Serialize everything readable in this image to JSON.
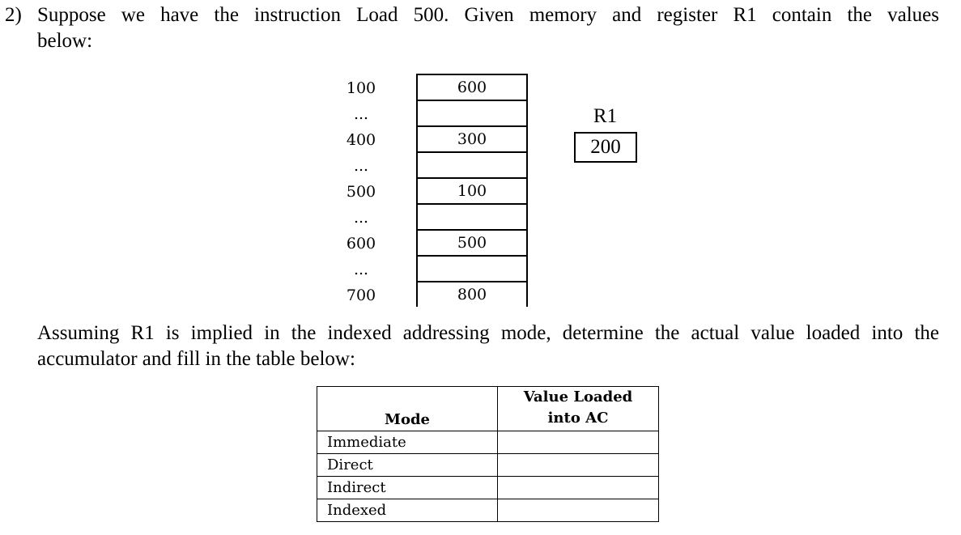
{
  "question": {
    "line1": "2) Suppose we have the instruction Load 500. Given memory and register R1 contain the values",
    "line1b": "below:",
    "line2": "Assuming R1 is implied in the indexed addressing mode, determine the actual value loaded into the",
    "line2b": "accumulator and fill in the table below:"
  },
  "memory": {
    "rows": [
      {
        "address": "100",
        "value": "600"
      },
      {
        "address": "...",
        "value": ""
      },
      {
        "address": "400",
        "value": "300"
      },
      {
        "address": "...",
        "value": ""
      },
      {
        "address": "500",
        "value": "100"
      },
      {
        "address": "...",
        "value": ""
      },
      {
        "address": "600",
        "value": "500"
      },
      {
        "address": "...",
        "value": ""
      },
      {
        "address": "700",
        "value": "800"
      }
    ]
  },
  "register": {
    "label": "R1",
    "value": "200"
  },
  "table": {
    "headers": [
      "Mode",
      "Value Loaded into AC"
    ],
    "rows": [
      {
        "mode": "Immediate",
        "value": ""
      },
      {
        "mode": "Direct",
        "value": ""
      },
      {
        "mode": "Indirect",
        "value": ""
      },
      {
        "mode": "Indexed",
        "value": ""
      }
    ]
  }
}
